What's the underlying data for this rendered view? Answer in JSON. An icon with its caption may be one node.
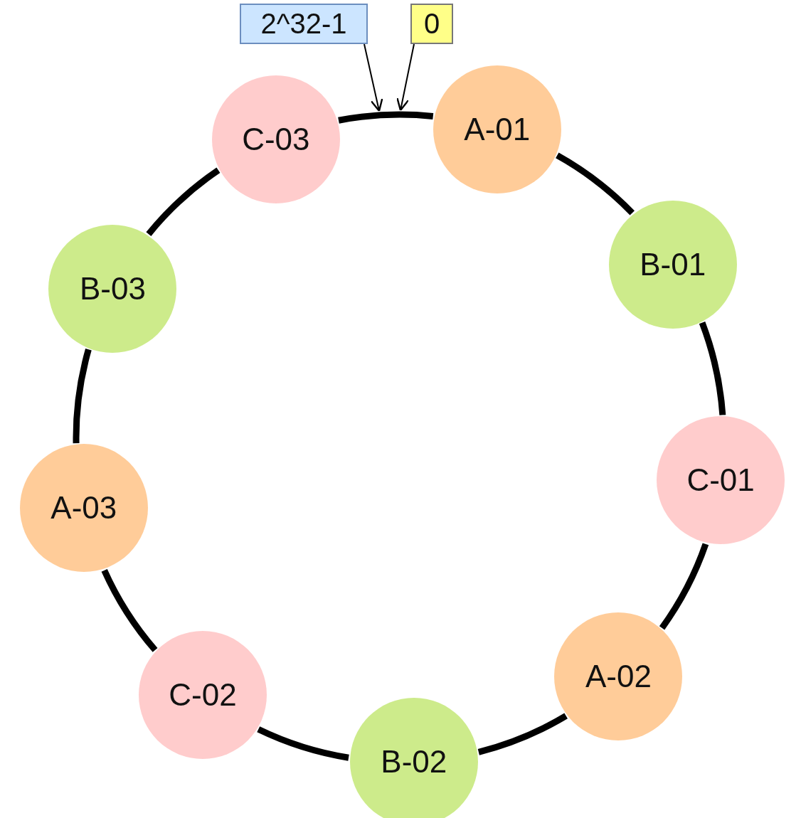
{
  "diagram": {
    "nodes": [
      {
        "text": [
          "2^32-1"
        ]
      },
      {
        "text": [
          "0"
        ]
      },
      {
        "text": [
          "A-01"
        ]
      },
      {
        "text": [
          "B-01"
        ]
      },
      {
        "text": [
          "C-01"
        ]
      },
      {
        "text": [
          "A-02"
        ]
      },
      {
        "text": [
          "B-02"
        ]
      },
      {
        "text": [
          "C-02"
        ]
      },
      {
        "text": [
          "A-03"
        ]
      },
      {
        "text": [
          "B-03"
        ]
      },
      {
        "text": [
          "C-03"
        ]
      }
    ],
    "edges": [
      {
        "from": 0,
        "to": null,
        "arrow": "to"
      },
      {
        "from": 1,
        "to": null,
        "arrow": "to"
      },
      {
        "from": 2,
        "to": 3,
        "arrow": "none"
      },
      {
        "from": 3,
        "to": 4,
        "arrow": "none"
      },
      {
        "from": 4,
        "to": 5,
        "arrow": "none"
      },
      {
        "from": 5,
        "to": 6,
        "arrow": "none"
      },
      {
        "from": 6,
        "to": 7,
        "arrow": "none"
      },
      {
        "from": 7,
        "to": 8,
        "arrow": "none"
      },
      {
        "from": 8,
        "to": 9,
        "arrow": "none"
      },
      {
        "from": 9,
        "to": 10,
        "arrow": "none"
      },
      {
        "from": 10,
        "to": 2,
        "arrow": "none"
      }
    ]
  }
}
